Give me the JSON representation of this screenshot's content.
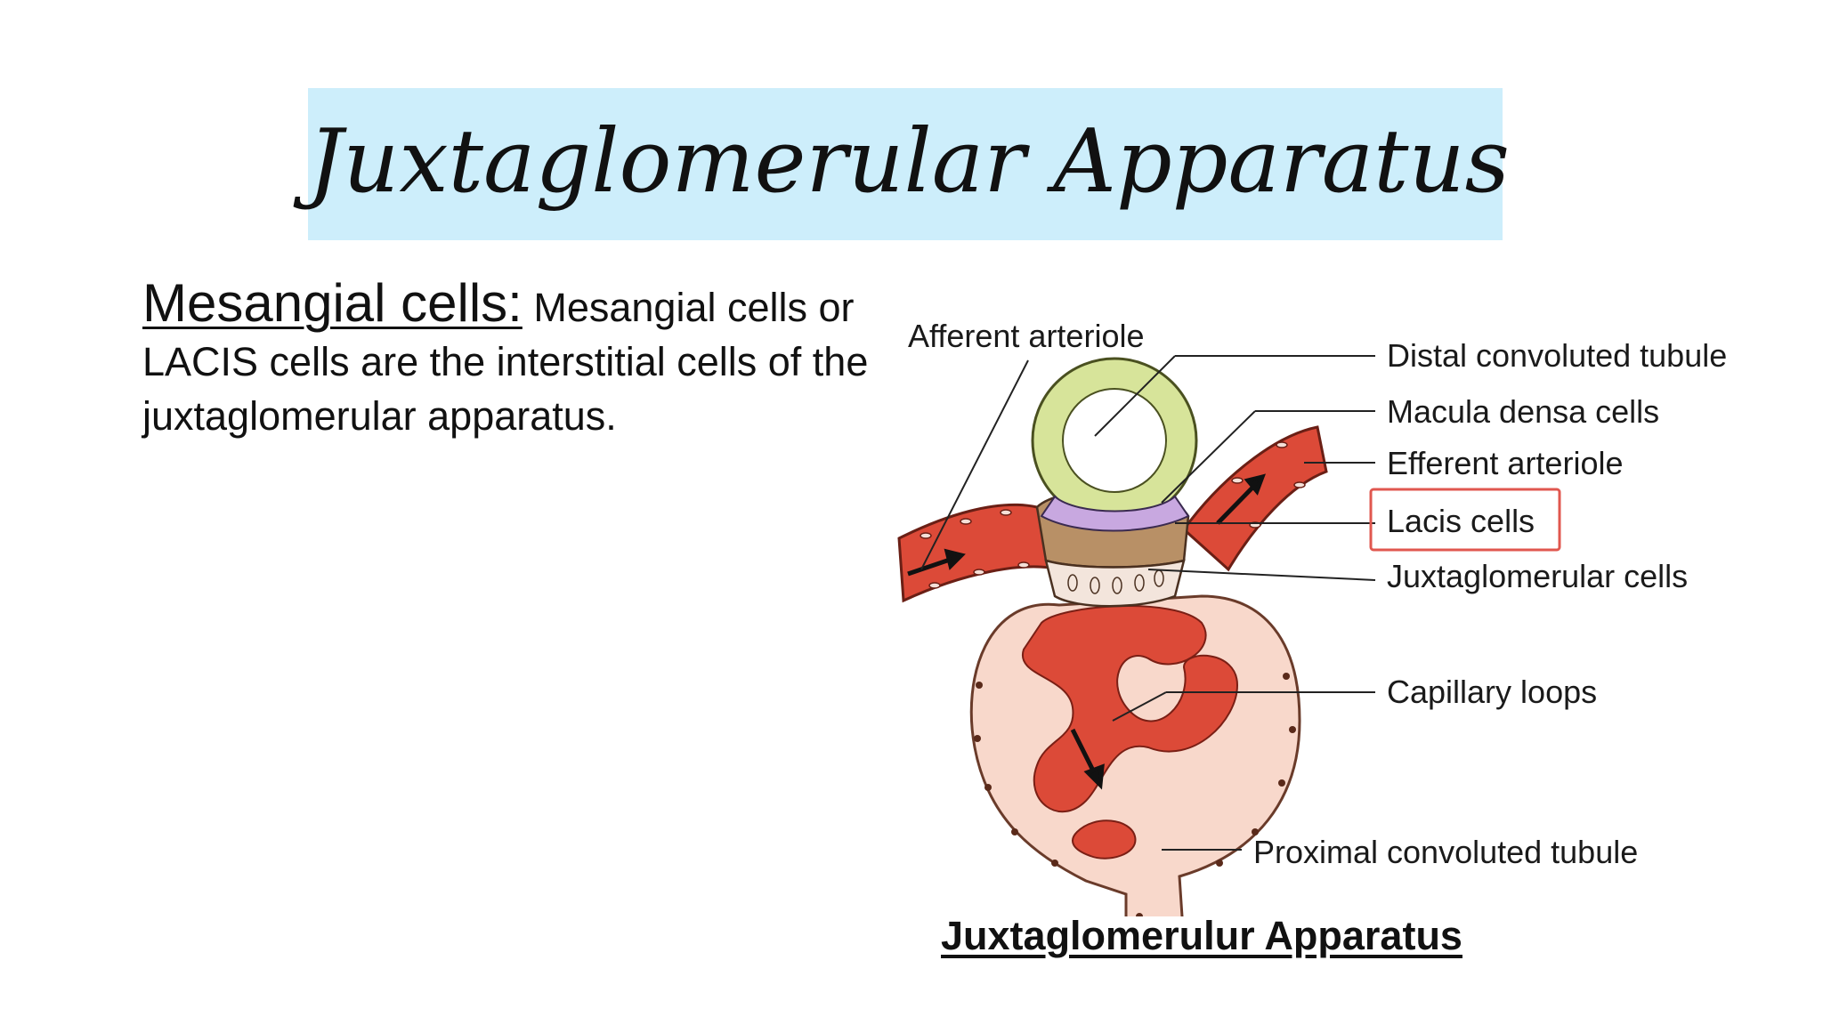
{
  "slide": {
    "title": "Juxtaglomerular Apparatus",
    "body_heading": "Mesangial cells:",
    "body_text": " Mesangial cells or LACIS cells are the interstitial cells of the juxtaglomerular apparatus."
  },
  "diagram": {
    "labels": {
      "afferent": "Afferent arteriole",
      "distal": "Distal convoluted tubule",
      "macula": "Macula densa cells",
      "efferent": "Efferent arteriole",
      "lacis": "Lacis cells",
      "jg_cells": "Juxtaglomerular cells",
      "capillary": "Capillary loops",
      "proximal": "Proximal convoluted tubule"
    },
    "caption": "Juxtaglomerulur Apparatus",
    "colors": {
      "vessel": "#dc4a38",
      "capsule": "#f8d8cb",
      "tubule": "#d7e49a",
      "macula": "#c8a8e0",
      "lacis": "#b89066",
      "highlight": "#e0574f"
    }
  }
}
